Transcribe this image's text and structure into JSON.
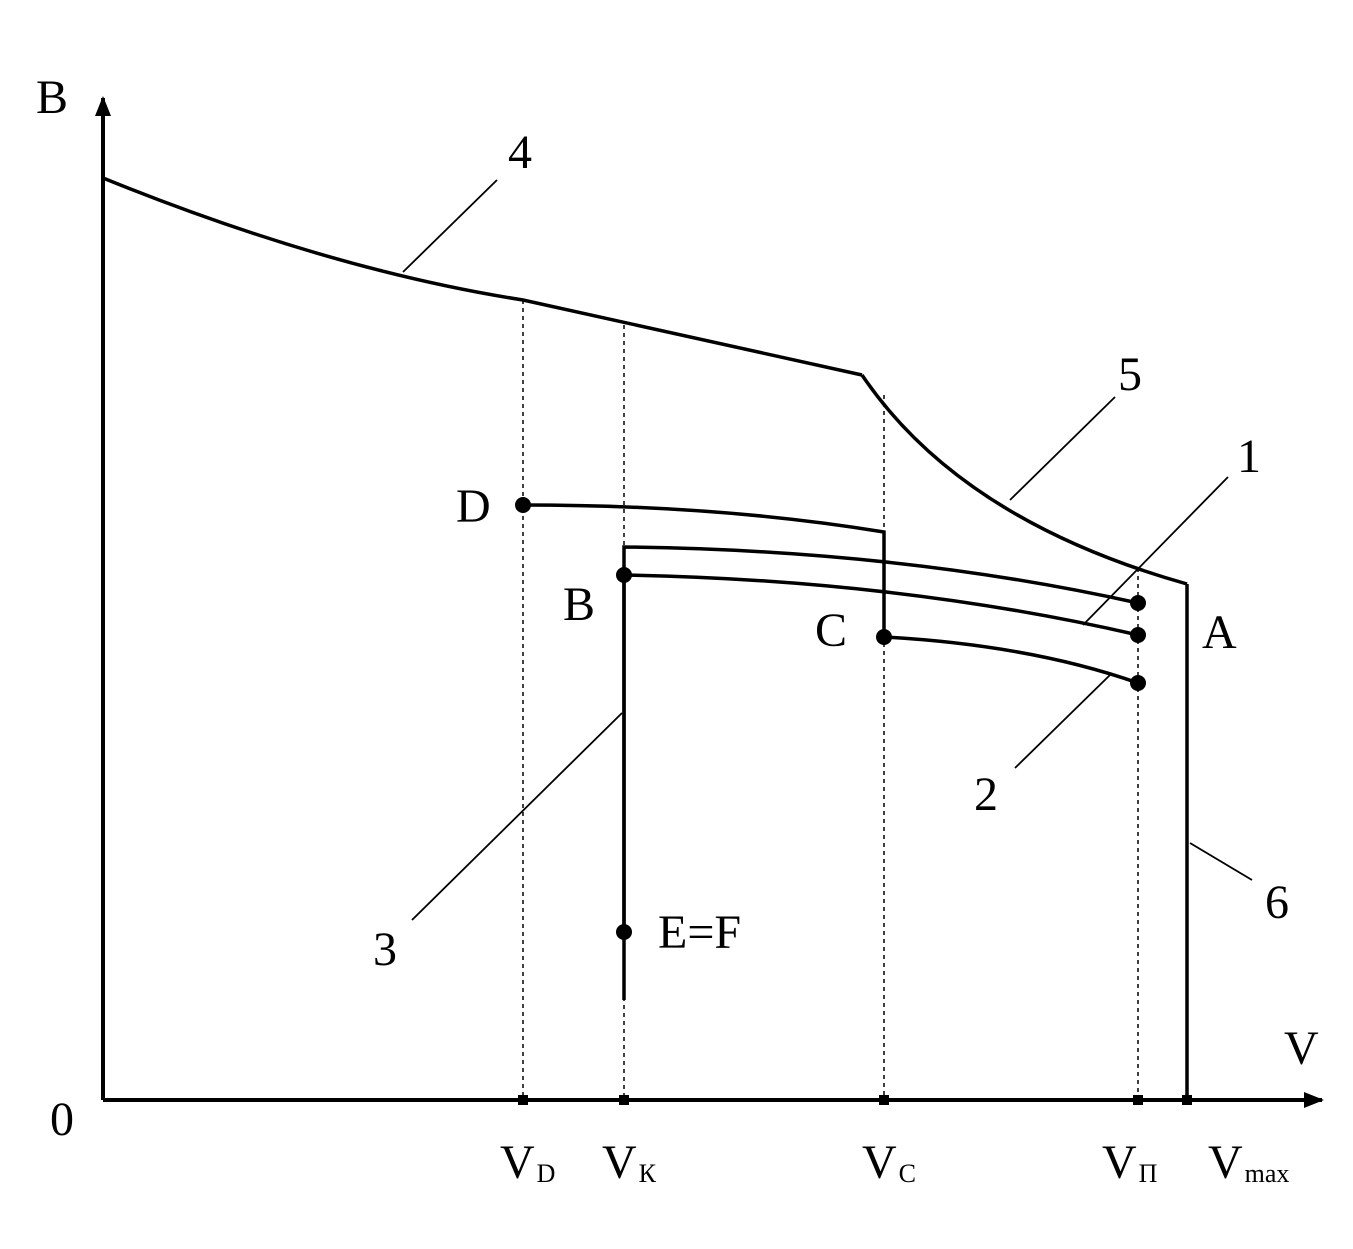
{
  "axes": {
    "y_label": "B",
    "x_label": "V",
    "origin_label": "0"
  },
  "ticks": [
    {
      "main": "V",
      "sub": "D"
    },
    {
      "main": "V",
      "sub": "К"
    },
    {
      "main": "V",
      "sub": "С"
    },
    {
      "main": "V",
      "sub": "П"
    },
    {
      "main": "V",
      "sub": "max"
    }
  ],
  "points": {
    "D": "D",
    "B": "B",
    "C": "C",
    "A": "A",
    "EF": "E=F"
  },
  "curve_labels": {
    "c1": "1",
    "c2": "2",
    "c3": "3",
    "c4": "4",
    "c5": "5",
    "c6": "6"
  },
  "colors": {
    "line": "#000000",
    "background": "#ffffff"
  }
}
